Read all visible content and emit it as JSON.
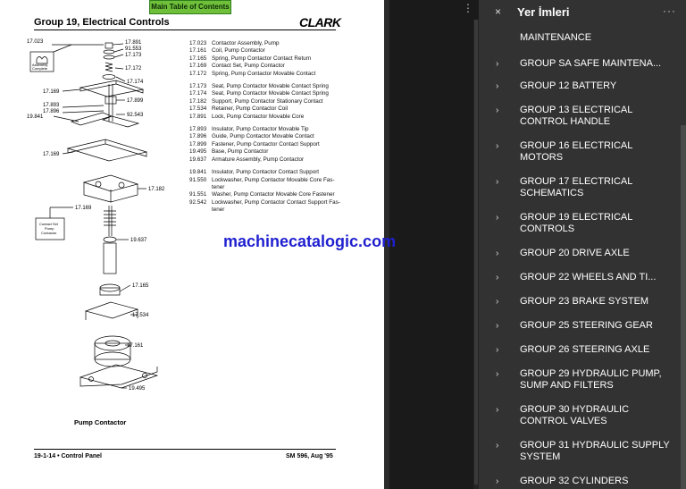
{
  "document": {
    "toc_button": "Main Table of Contents",
    "title": "Group 19, Electrical Controls",
    "brand": "CLARK",
    "caption": "Pump Contactor",
    "footer_left": "19-1-14  •  Control Panel",
    "footer_right": "SM 596, Aug '95",
    "watermark": "machinecatalogic.com",
    "callouts": {
      "c1": "17.023",
      "c2": "17.891",
      "c3": "91.553",
      "c4": "17.173",
      "c5": "17.172",
      "c6": "17.174",
      "c7": "17.169",
      "c8": "17.893",
      "c9": "17.896",
      "c10": "17.899",
      "c11": "19.841",
      "c12": "92.543",
      "c13": "17.169",
      "c14": "17.182",
      "c15": "17.169",
      "c16": "19.637",
      "c17": "17.165",
      "c18": "17.534",
      "c19": "17.161",
      "c20": "19.495",
      "box1": "Assembly",
      "box1b": "Complete",
      "box2": "Contact Set",
      "box2b": "Pump",
      "box2c": "Contactor"
    },
    "part_groups": [
      [
        {
          "num": "17.023",
          "desc": "Contactor Assembly, Pump"
        },
        {
          "num": "17.161",
          "desc": "Coil, Pump Contactor"
        },
        {
          "num": "17.165",
          "desc": "Spring, Pump Contactor Contact Return"
        },
        {
          "num": "17.169",
          "desc": "Contact Set, Pump Contactor"
        },
        {
          "num": "17.172",
          "desc": "Spring, Pump Contactor Movable Contact"
        }
      ],
      [
        {
          "num": "17.173",
          "desc": "Seat, Pump Contactor Movable Contact Spring"
        },
        {
          "num": "17.174",
          "desc": "Seat, Pump Contactor Movable Contact Spring"
        },
        {
          "num": "17.182",
          "desc": "Support, Pump Contactor Stationary Contact"
        },
        {
          "num": "17.534",
          "desc": "Retainer, Pump Contactor Coil"
        },
        {
          "num": "17.891",
          "desc": "Lock, Pump Contactor Movable Core"
        }
      ],
      [
        {
          "num": "17.893",
          "desc": "Insulator, Pump Contactor Movable Tip"
        },
        {
          "num": "17.896",
          "desc": "Guide, Pump Contactor Movable Contact"
        },
        {
          "num": "17.899",
          "desc": "Fastener, Pump Contactor Contact Support"
        },
        {
          "num": "19.495",
          "desc": "Base, Pump Contactor"
        },
        {
          "num": "19.637",
          "desc": "Armature Assembly, Pump Contactor"
        }
      ],
      [
        {
          "num": "19.841",
          "desc": "Insulator, Pump Contactor Contact Support"
        },
        {
          "num": "91.550",
          "desc": "Lockwasher, Pump Contactor Movable Core Fas-tener"
        },
        {
          "num": "91.551",
          "desc": "Washer, Pump Contactor Movable Core Fastener"
        },
        {
          "num": "92.542",
          "desc": "Lockwasher, Pump Contactor Contact Support Fas-tener"
        }
      ]
    ]
  },
  "panel": {
    "title": "Yer İmleri",
    "close_glyph": "×",
    "more_glyph": "···",
    "bookmarks": [
      {
        "label": "MAINTENANCE",
        "expandable": false
      },
      {
        "label": "GROUP SA SAFE MAINTENA...",
        "expandable": true
      },
      {
        "label": "GROUP 12 BATTERY",
        "expandable": true
      },
      {
        "label": "GROUP 13 ELECTRICAL CONTROL HANDLE",
        "expandable": true
      },
      {
        "label": "GROUP 16 ELECTRICAL MOTORS",
        "expandable": true
      },
      {
        "label": "GROUP 17 ELECTRICAL SCHEMATICS",
        "expandable": true
      },
      {
        "label": "GROUP 19 ELECTRICAL CONTROLS",
        "expandable": true
      },
      {
        "label": "GROUP 20 DRIVE AXLE",
        "expandable": true
      },
      {
        "label": "GROUP 22 WHEELS AND TI...",
        "expandable": true
      },
      {
        "label": "GROUP 23 BRAKE SYSTEM",
        "expandable": true
      },
      {
        "label": "GROUP 25 STEERING GEAR",
        "expandable": true
      },
      {
        "label": "GROUP 26 STEERING AXLE",
        "expandable": true
      },
      {
        "label": "GROUP 29 HYDRAULIC PUMP, SUMP AND FILTERS",
        "expandable": true
      },
      {
        "label": "GROUP 30 HYDRAULIC CONTROL VALVES",
        "expandable": true
      },
      {
        "label": "GROUP 31 HYDRAULIC SUPPLY SYSTEM",
        "expandable": true
      },
      {
        "label": "GROUP 32 CYLINDERS",
        "expandable": true
      }
    ]
  },
  "viewer": {
    "menu_glyph": "⋮"
  }
}
